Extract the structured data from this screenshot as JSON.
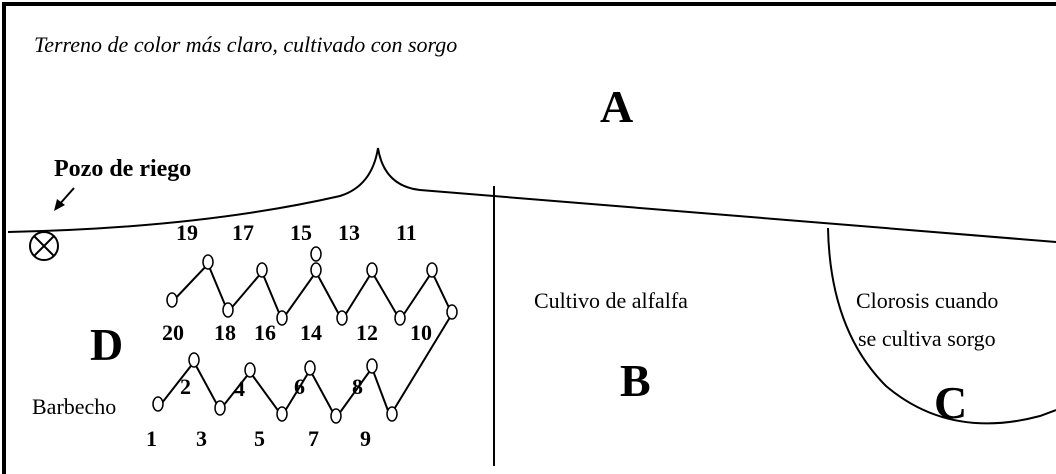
{
  "caption": "Terreno de color más claro, cultivado con sorgo",
  "regions": {
    "a": "A",
    "b": "B",
    "c": "C",
    "d": "D"
  },
  "pozo_label": "Pozo de riego",
  "alfalfa_label": "Cultivo de alfalfa",
  "clorosis_line1": "Clorosis cuando",
  "clorosis_line2": "se cultiva sorgo",
  "barbecho_label": "Barbecho",
  "sample_numbers": [
    "1",
    "2",
    "3",
    "4",
    "5",
    "6",
    "7",
    "8",
    "9",
    "10",
    "11",
    "12",
    "13",
    "14",
    "15",
    "16",
    "17",
    "18",
    "19",
    "20"
  ]
}
